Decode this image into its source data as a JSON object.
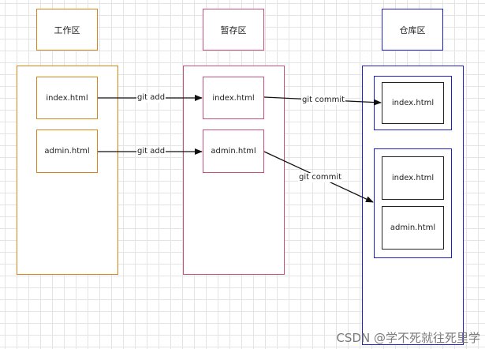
{
  "headers": {
    "workspace": "工作区",
    "staging": "暂存区",
    "repository": "仓库区"
  },
  "workspace_files": [
    "index.html",
    "admin.html"
  ],
  "staging_files": [
    "index.html",
    "admin.html"
  ],
  "repository": {
    "commit1_files": [
      "index.html"
    ],
    "commit2_files": [
      "index.html",
      "admin.html"
    ]
  },
  "edges": {
    "add1": "git add",
    "add2": "git add",
    "commit1": "git commit",
    "commit2": "git commit"
  },
  "watermark": "CSDN @学不死就往死里学",
  "colors": {
    "workspace": "#d4861a",
    "staging": "#c8507a",
    "repository": "#1f1fc8"
  }
}
